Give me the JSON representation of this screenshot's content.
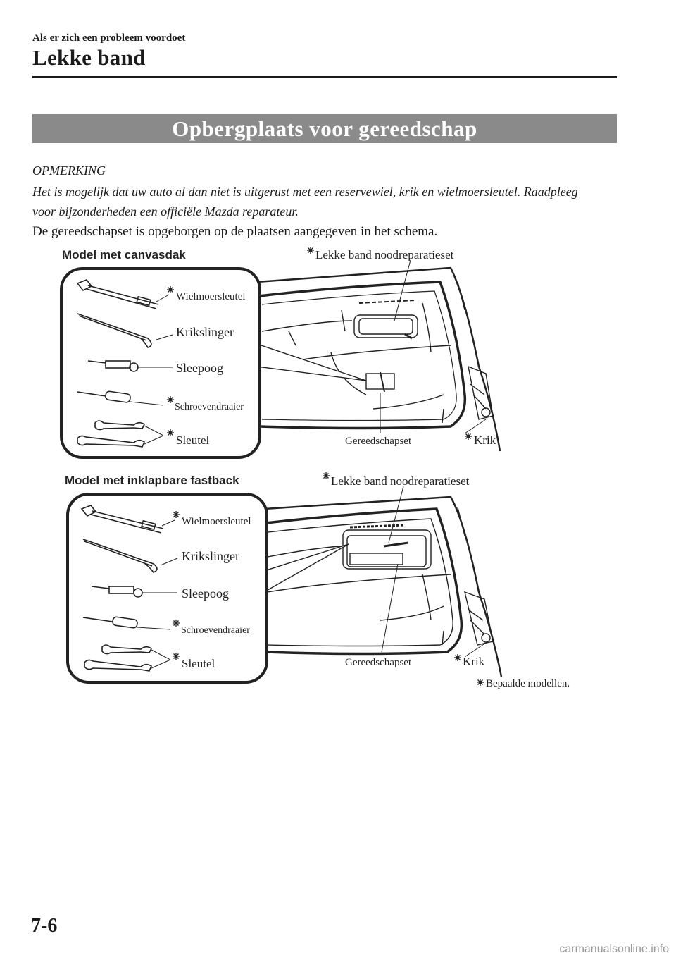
{
  "header": {
    "chapter": "Als er zich een probleem voordoet",
    "title": "Lekke band"
  },
  "section": {
    "banner": "Opbergplaats voor gereedschap",
    "note_heading": "OPMERKING",
    "note_body": "Het is mogelijk dat uw auto al dan niet is uitgerust met een reservewiel, krik en wielmoersleutel. Raadpleeg voor bijzonderheden een officiële Mazda reparateur.",
    "body": "De gereedschapset is opgeborgen op de plaatsen aangegeven in het schema."
  },
  "figure1": {
    "model": "Model met canvasdak",
    "labels": {
      "wrench": "Wielmoersleutel",
      "handle": "Krikslinger",
      "hook": "Sleepoog",
      "screwdriver": "Schroevendraaier",
      "spanner": "Sleutel",
      "repair_kit": "Lekke band noodreparatieset",
      "toolset": "Gereedschapset",
      "jack": "Krik"
    }
  },
  "figure2": {
    "model": "Model met inklapbare fastback",
    "labels": {
      "wrench": "Wielmoersleutel",
      "handle": "Krikslinger",
      "hook": "Sleepoog",
      "screwdriver": "Schroevendraaier",
      "spanner": "Sleutel",
      "repair_kit": "Lekke band noodreparatieset",
      "toolset": "Gereedschapset",
      "jack": "Krik"
    }
  },
  "footnote": "Bepaalde modellen.",
  "page_number": "7-6",
  "footer": "carmanualsonline.info",
  "star_glyph": "✹"
}
